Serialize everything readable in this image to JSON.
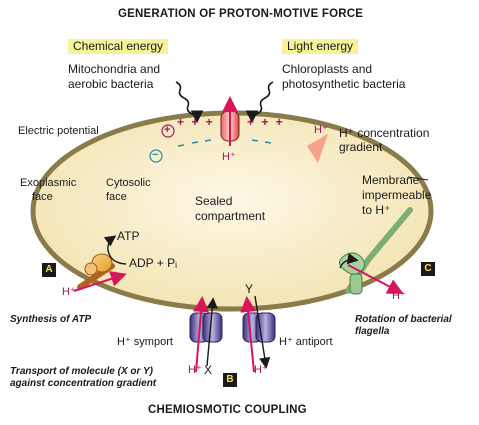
{
  "title_top": "GENERATION OF PROTON-MOTIVE FORCE",
  "title_bottom": "CHEMIOSMOTIC COUPLING",
  "chemical": {
    "heading": "Chemical energy",
    "line1": "Mitochondria and",
    "line2": "aerobic bacteria"
  },
  "light": {
    "heading": "Light energy",
    "line1": "Chloroplasts and",
    "line2": "photosynthetic bacteria"
  },
  "labels": {
    "electric_potential": "Electric potential",
    "plus_sign": "+",
    "minus_sign": "−",
    "plus_row_left": "+ + +",
    "plus_row_right": "+ + +",
    "hplus_pump": "H⁺",
    "conc_hplus": "H⁺",
    "conc_line1": "H⁺ concentration",
    "conc_line2": "gradient",
    "exoplasmic_1": "Exoplasmic",
    "exoplasmic_2": "face",
    "cytosolic_1": "Cytosolic",
    "cytosolic_2": "face",
    "sealed_1": "Sealed",
    "sealed_2": "compartment",
    "membrane_1": "Membrane",
    "membrane_2": "impermeable",
    "membrane_3": "to H⁺",
    "atp": "ATP",
    "adp": "ADP + Pᵢ",
    "hplus_a": "H⁺",
    "hplus_c": "H⁺",
    "y": "Y",
    "hplus_symport": "H⁺",
    "x": "X",
    "hplus_antiport": "H⁺",
    "symport": "H⁺ symport",
    "antiport": "H⁺ antiport"
  },
  "badges": {
    "a": "A",
    "b": "B",
    "c": "C"
  },
  "captions": {
    "a": "Synthesis of ATP",
    "b_line1": "Transport of molecule (X or Y)",
    "b_line2": "against concentration gradient",
    "c_line1": "Rotation of bacterial",
    "c_line2": "flagella"
  },
  "colors": {
    "membrane_outline": "#8a7b4a",
    "compartment_fill": "#f7edc3",
    "proton_arrow": "#d8145a",
    "title_highlight": "#f6f39a",
    "flagellum": "#7fae74",
    "transporter": "#4a3f8a"
  }
}
